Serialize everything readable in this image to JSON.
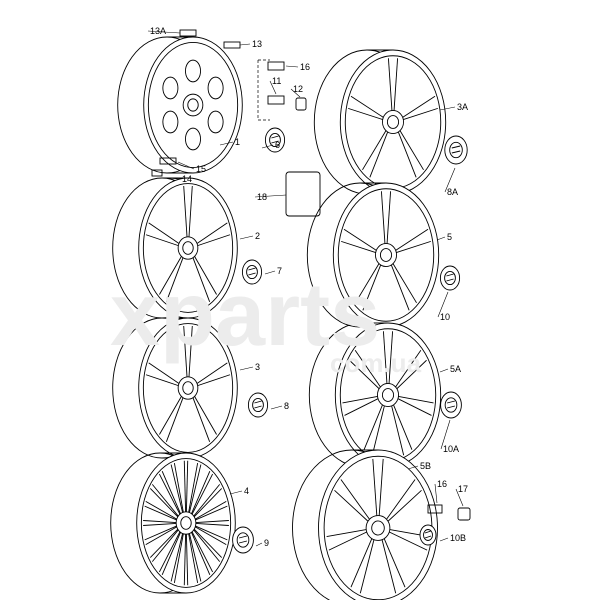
{
  "watermark": {
    "main": "xparts",
    "sub": "com.ua"
  },
  "parts": [
    {
      "id": "wheel-1",
      "label": "1"
    },
    {
      "id": "wheel-2",
      "label": "2"
    },
    {
      "id": "wheel-3",
      "label": "3"
    },
    {
      "id": "wheel-3a",
      "label": "3A"
    },
    {
      "id": "wheel-4",
      "label": "4"
    },
    {
      "id": "wheel-5",
      "label": "5"
    },
    {
      "id": "wheel-5a",
      "label": "5A"
    },
    {
      "id": "wheel-5b",
      "label": "5B"
    },
    {
      "id": "hub-cap-6",
      "label": "6"
    },
    {
      "id": "hub-cap-7",
      "label": "7"
    },
    {
      "id": "hub-cap-8",
      "label": "8"
    },
    {
      "id": "hub-cap-8a",
      "label": "8A"
    },
    {
      "id": "hub-cap-9",
      "label": "9"
    },
    {
      "id": "hub-cap-10",
      "label": "10"
    },
    {
      "id": "hub-cap-10a",
      "label": "10A"
    },
    {
      "id": "hub-cap-10b",
      "label": "10B"
    },
    {
      "id": "bolt-11",
      "label": "11"
    },
    {
      "id": "cap-12",
      "label": "12"
    },
    {
      "id": "valve-13",
      "label": "13"
    },
    {
      "id": "valve-13a",
      "label": "13A"
    },
    {
      "id": "weight-14",
      "label": "14"
    },
    {
      "id": "weight-15",
      "label": "15"
    },
    {
      "id": "bolt-16",
      "label": "16"
    },
    {
      "id": "bolt-16b",
      "label": "16"
    },
    {
      "id": "cap-17",
      "label": "17"
    },
    {
      "id": "kit-18",
      "label": "18"
    }
  ]
}
